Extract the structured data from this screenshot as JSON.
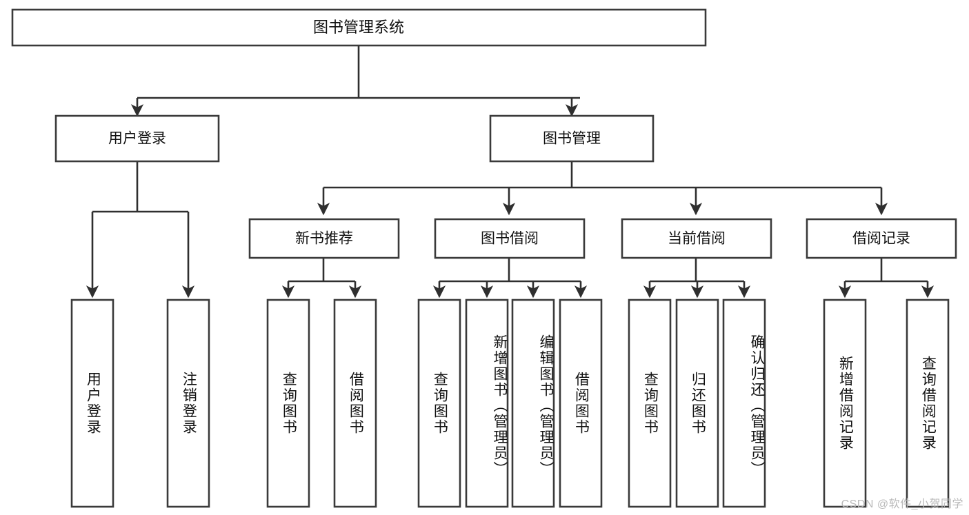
{
  "diagram": {
    "title": "图书管理系统",
    "type": "tree",
    "watermark": "CSDN @软件_小贺同学",
    "nodes": {
      "root": {
        "label": "图书管理系统"
      },
      "l1": [
        {
          "id": "user-login",
          "label": "用户登录"
        },
        {
          "id": "book-manage",
          "label": "图书管理"
        }
      ],
      "l2": [
        {
          "id": "new-book-recommend",
          "label": "新书推荐",
          "parent": "book-manage"
        },
        {
          "id": "book-borrow",
          "label": "图书借阅",
          "parent": "book-manage"
        },
        {
          "id": "current-borrow",
          "label": "当前借阅",
          "parent": "book-manage"
        },
        {
          "id": "borrow-record",
          "label": "借阅记录",
          "parent": "book-manage"
        }
      ],
      "leaves": [
        {
          "id": "leaf-user-login",
          "label": "用户登录",
          "parent": "user-login"
        },
        {
          "id": "leaf-logout",
          "label": "注销登录",
          "parent": "user-login"
        },
        {
          "id": "leaf-query-book-1",
          "label": "查询图书",
          "parent": "new-book-recommend"
        },
        {
          "id": "leaf-borrow-book-1",
          "label": "借阅图书",
          "parent": "new-book-recommend"
        },
        {
          "id": "leaf-query-book-2",
          "label": "查询图书",
          "parent": "book-borrow"
        },
        {
          "id": "leaf-add-book",
          "label": "新增图书（管理员）",
          "parent": "book-borrow"
        },
        {
          "id": "leaf-edit-book",
          "label": "编辑图书（管理员）",
          "parent": "book-borrow"
        },
        {
          "id": "leaf-borrow-book-2",
          "label": "借阅图书",
          "parent": "book-borrow"
        },
        {
          "id": "leaf-query-book-3",
          "label": "查询图书",
          "parent": "current-borrow"
        },
        {
          "id": "leaf-return-book",
          "label": "归还图书",
          "parent": "current-borrow"
        },
        {
          "id": "leaf-confirm-return",
          "label": "确认归还（管理员）",
          "parent": "current-borrow"
        },
        {
          "id": "leaf-add-record",
          "label": "新增借阅记录",
          "parent": "borrow-record"
        },
        {
          "id": "leaf-query-record",
          "label": "查询借阅记录",
          "parent": "borrow-record"
        }
      ]
    },
    "colors": {
      "box_fill": "#ffffff",
      "box_stroke": "#3a3a3a",
      "link": "#2f2f2f",
      "text": "#111111",
      "watermark": "#b9b9b9",
      "background": "#ffffff"
    }
  }
}
